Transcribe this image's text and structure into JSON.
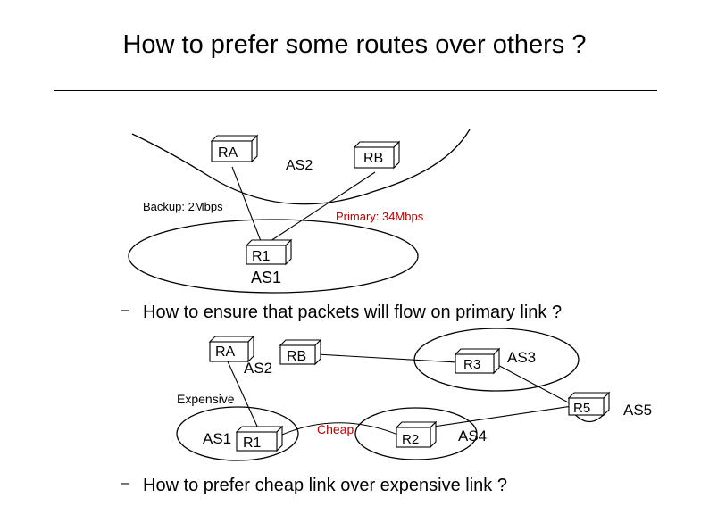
{
  "title": "How to prefer some routes over others ?",
  "diagram1": {
    "routers": {
      "ra": "RA",
      "rb": "RB",
      "r1": "R1"
    },
    "as_labels": {
      "as2": "AS2",
      "as1": "AS1"
    },
    "links": {
      "backup": "Backup: 2Mbps",
      "primary": "Primary: 34Mbps"
    },
    "colors": {
      "primary_label": "#c00000"
    }
  },
  "bullet1": {
    "dash": "–",
    "text": "How to ensure that packets will flow on primary link ?"
  },
  "diagram2": {
    "routers": {
      "ra": "RA",
      "rb": "RB",
      "r1": "R1",
      "r2": "R2",
      "r3": "R3",
      "r5": "R5"
    },
    "as_labels": {
      "as1": "AS1",
      "as2": "AS2",
      "as3": "AS3",
      "as4": "AS4",
      "as5": "AS5"
    },
    "links": {
      "expensive": "Expensive",
      "cheap": "Cheap"
    },
    "colors": {
      "cheap_label": "#c00000"
    }
  },
  "bullet2": {
    "dash": "–",
    "text": "How to prefer cheap link over expensive link ?"
  }
}
